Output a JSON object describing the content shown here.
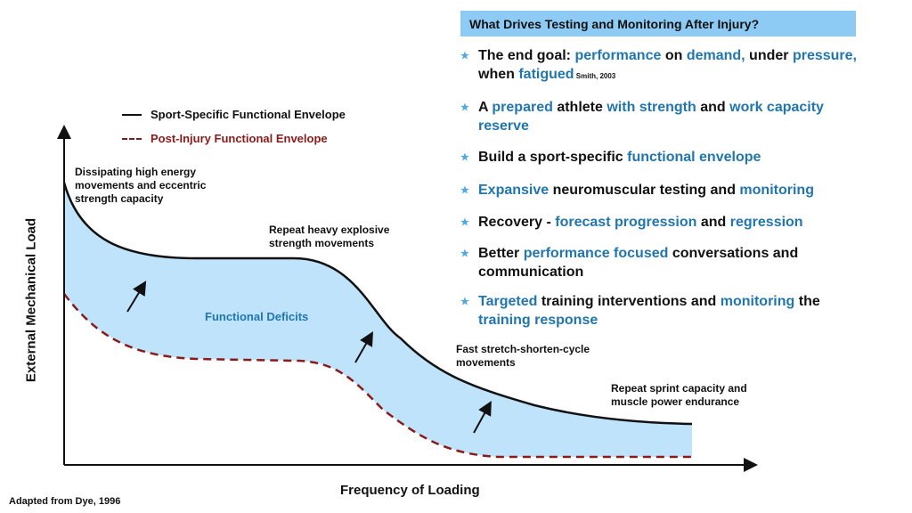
{
  "legend": {
    "solid_label": "Sport-Specific Functional Envelope",
    "dashed_label": "Post-Injury Functional Envelope"
  },
  "axes": {
    "x_label": "Frequency of Loading",
    "y_label": "External Mechanical Load"
  },
  "annotations": {
    "a1": "Dissipating high energy movements and eccentric strength capacity",
    "a2": "Repeat heavy explosive strength movements",
    "a3": "Fast stretch-shorten-cycle movements",
    "a4": "Repeat sprint capacity and muscle power endurance",
    "center": "Functional Deficits"
  },
  "citation": "Adapted from Dye, 1996",
  "colors": {
    "highlight": "#2176ae",
    "title_bg": "#8ecbf4",
    "fill": "#bfe3fb",
    "dashed": "#8b1a1a",
    "star": "#4fa8e0"
  },
  "panel": {
    "title": "What Drives Testing and Monitoring After Injury?",
    "bullets": [
      [
        {
          "t": "The end goal: "
        },
        {
          "t": "performance",
          "h": true
        },
        {
          "t": " on "
        },
        {
          "t": "demand,",
          "h": true
        },
        {
          "t": " under "
        },
        {
          "t": "pressure,",
          "h": true
        },
        {
          "t": " when "
        },
        {
          "t": "fatigued",
          "h": true
        },
        {
          "t": " Smith, 2003",
          "s": true
        }
      ],
      [
        {
          "t": "A "
        },
        {
          "t": "prepared",
          "h": true
        },
        {
          "t": " athlete "
        },
        {
          "t": "with strength",
          "h": true
        },
        {
          "t": " and "
        },
        {
          "t": "work capacity reserve",
          "h": true
        }
      ],
      [
        {
          "t": "Build a sport-specific "
        },
        {
          "t": "functional envelope",
          "h": true
        }
      ],
      [
        {
          "t": "Expansive",
          "h": true
        },
        {
          "t": " neuromuscular testing and "
        },
        {
          "t": "monitoring",
          "h": true
        }
      ],
      [
        {
          "t": "Recovery - "
        },
        {
          "t": "forecast progression",
          "h": true
        },
        {
          "t": " and "
        },
        {
          "t": "regression",
          "h": true
        }
      ],
      [
        {
          "t": "Better "
        },
        {
          "t": "performance focused",
          "h": true
        },
        {
          "t": " conversations and communication"
        }
      ],
      [
        {
          "t": "Targeted",
          "h": true
        },
        {
          "t": " training interventions and "
        },
        {
          "t": "monitoring",
          "h": true
        },
        {
          "t": " the "
        },
        {
          "t": "training response",
          "h": true
        }
      ]
    ]
  }
}
